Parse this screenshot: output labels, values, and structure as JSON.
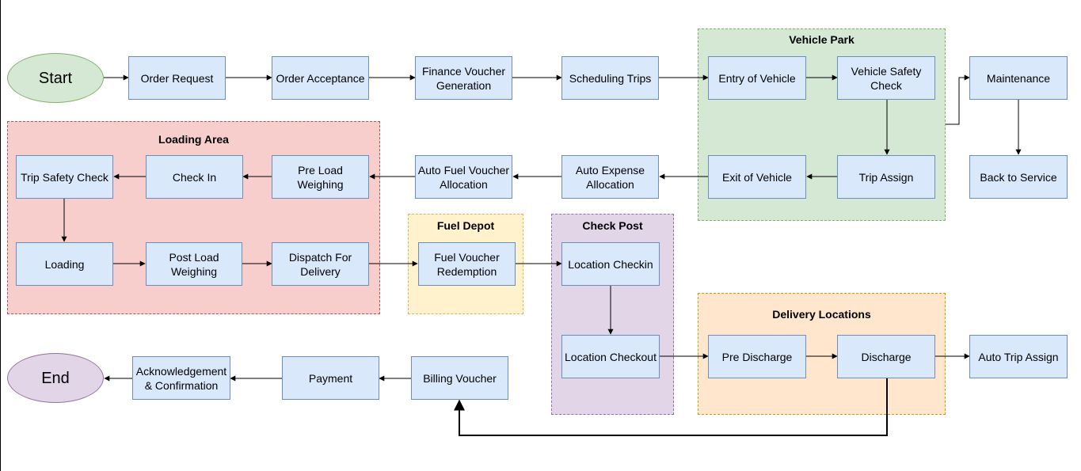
{
  "colors": {
    "process_fill": "#dae8fc",
    "process_stroke": "#6c8ebf",
    "vehicle_park": "#d5e8d4",
    "loading_area": "#f8cecc",
    "fuel_depot": "#fff2cc",
    "check_post": "#e1d5e7",
    "delivery_locations": "#ffe6cc"
  },
  "groups": {
    "vehicle_park": "Vehicle Park",
    "loading_area": "Loading Area",
    "fuel_depot": "Fuel Depot",
    "check_post": "Check Post",
    "delivery_locations": "Delivery Locations"
  },
  "nodes": {
    "start": "Start",
    "end": "End",
    "order_request": "Order Request",
    "order_acceptance": "Order Acceptance",
    "finance_voucher_generation": "Finance Voucher\nGeneration",
    "scheduling_trips": "Scheduling Trips",
    "entry_of_vehicle": "Entry of Vehicle",
    "vehicle_safety_check": "Vehicle Safety\nCheck",
    "maintenance": "Maintenance",
    "back_to_service": "Back to Service",
    "trip_assign": "Trip Assign",
    "exit_of_vehicle": "Exit of Vehicle",
    "auto_expense_allocation": "Auto Expense\nAllocation",
    "auto_fuel_voucher_allocation": "Auto Fuel Voucher\nAllocation",
    "pre_load_weighing": "Pre Load\nWeighing",
    "check_in": "Check In",
    "trip_safety_check": "Trip Safety Check",
    "loading": "Loading",
    "post_load_weighing": "Post Load\nWeighing",
    "dispatch_for_delivery": "Dispatch For\nDelivery",
    "fuel_voucher_redemption": "Fuel Voucher\nRedemption",
    "location_checkin": "Location Checkin",
    "location_checkout": "Location Checkout",
    "pre_discharge": "Pre Discharge",
    "discharge": "Discharge",
    "auto_trip_assign": "Auto Trip Assign",
    "billing_voucher": "Billing Voucher",
    "payment": "Payment",
    "acknowledgement_confirmation": "Acknowledgement\n& Confirmation"
  }
}
